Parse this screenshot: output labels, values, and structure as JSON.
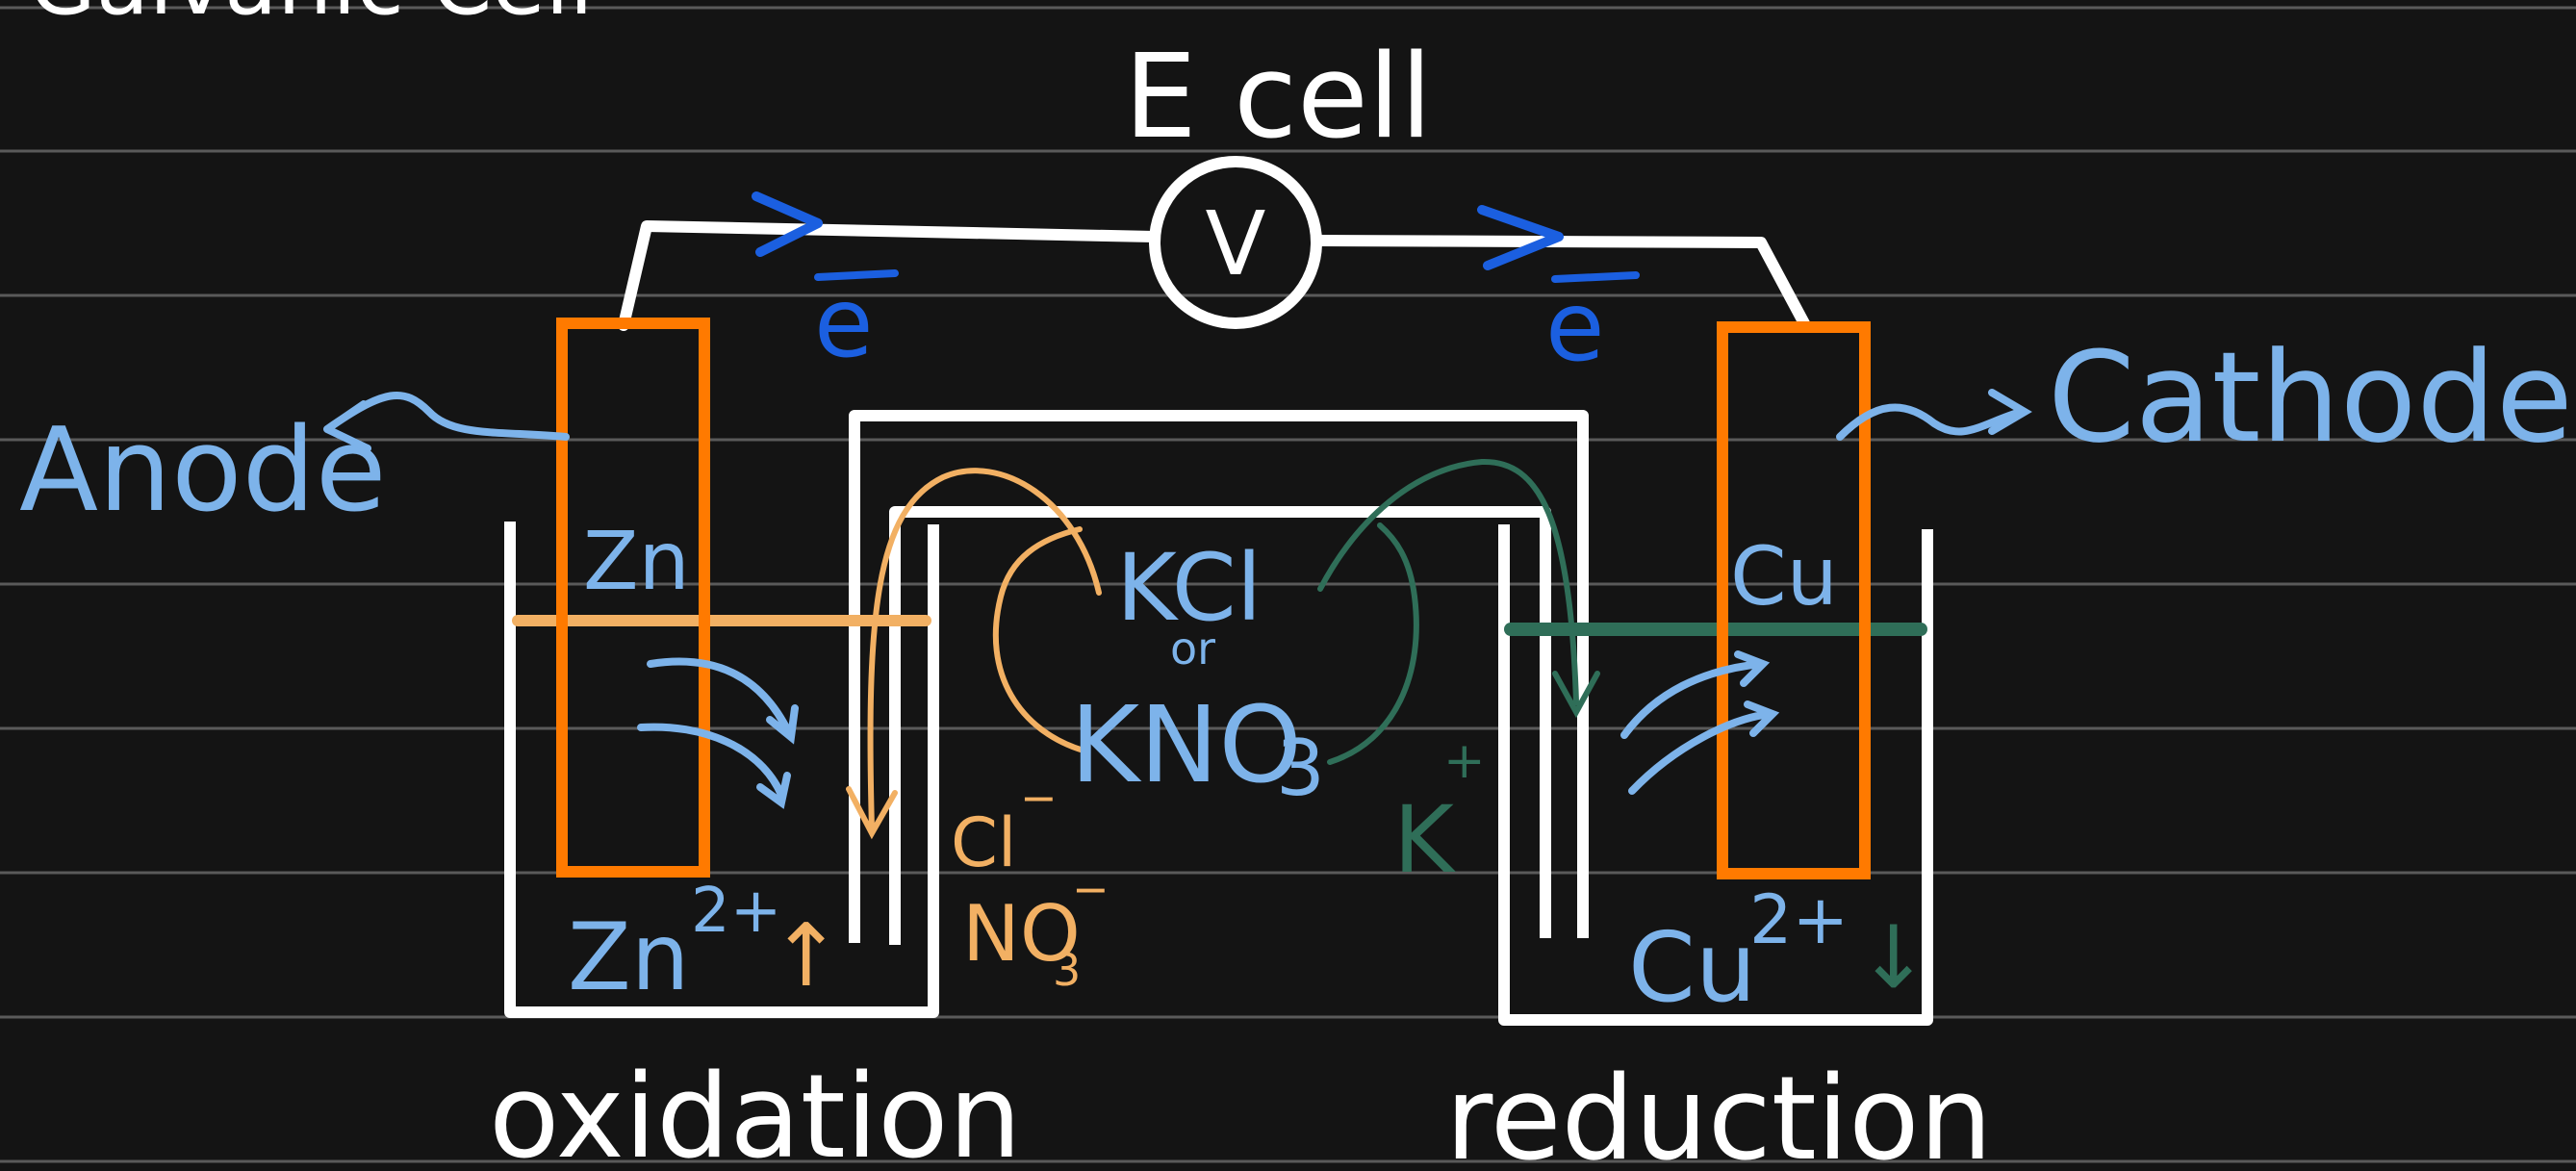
{
  "labels": {
    "top_title": "Galvanic Cell",
    "ecell": "E cell",
    "voltmeter": "V",
    "electron_left": "e",
    "electron_right": "e",
    "anode": "Anode",
    "cathode": "Cathode",
    "zn": "Zn",
    "cu": "Cu",
    "kcl": "KCl",
    "or": "or",
    "kno3_main": "KNO",
    "kno3_sub": "3",
    "cl": "Cl",
    "cl_charge": "−",
    "no3_main": "NO",
    "no3_sub": "3",
    "no3_charge": "−",
    "k": "K",
    "k_charge": "+",
    "zn_ion": "Zn",
    "zn_ion_charge": "2+",
    "zn_arrow": "↑",
    "cu_ion": "Cu",
    "cu_ion_charge": "2+",
    "cu_arrow": "↓",
    "oxidation": "oxidation",
    "reduction": "reduction"
  },
  "colors": {
    "background": "#141414",
    "rule_lines": "#5a5a5a",
    "wire_and_beakers": "#ffffff",
    "electrode": "#ff7a00",
    "label_blue": "#7db3ea",
    "electron_blue": "#1b5fe0",
    "anode_solution_level": "#f2b063",
    "cathode_solution_level": "#2f6e58"
  }
}
